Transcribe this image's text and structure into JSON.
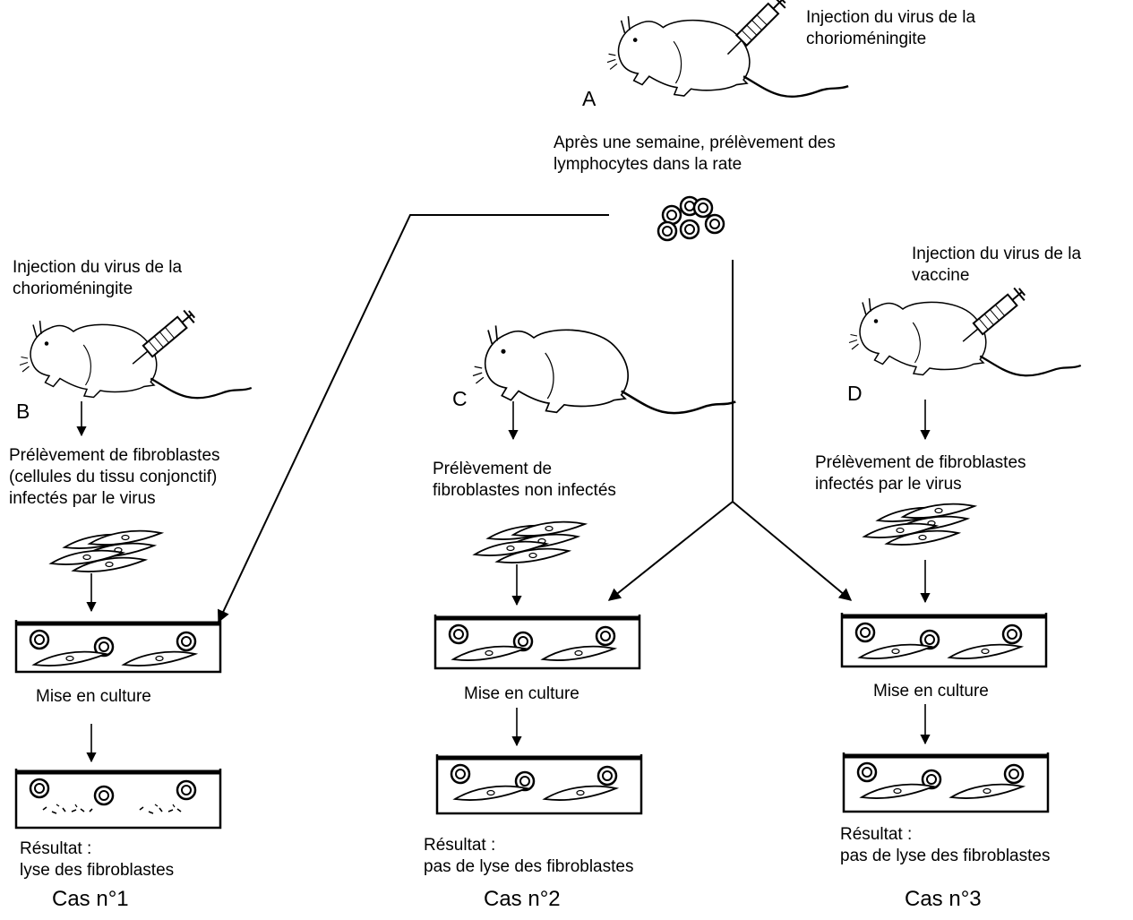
{
  "rat_a": {
    "letter": "A",
    "injection": [
      "Injection du virus de la",
      "chorioméningite"
    ],
    "after_week": [
      "Après une semaine, prélèvement des",
      "lymphocytes dans la rate"
    ]
  },
  "cases": [
    {
      "letter": "B",
      "injection": [
        "Injection du virus de la",
        "chorioméningite"
      ],
      "sampling": [
        "Prélèvement de fibroblastes",
        "(cellules du tissu conjonctif)",
        "infectés par le virus"
      ],
      "culture_label": "Mise en culture",
      "result": [
        "Résultat :",
        "lyse des fibroblastes"
      ],
      "case_label": "Cas n°1"
    },
    {
      "letter": "C",
      "sampling": [
        "Prélèvement de",
        "fibroblastes non infectés"
      ],
      "culture_label": "Mise en culture",
      "result": [
        "Résultat :",
        "pas de lyse des fibroblastes"
      ],
      "case_label": "Cas n°2"
    },
    {
      "letter": "D",
      "injection": [
        "Injection du virus de la",
        "vaccine"
      ],
      "sampling": [
        "Prélèvement de fibroblastes",
        "infectés par le virus"
      ],
      "culture_label": "Mise en culture",
      "result": [
        "Résultat :",
        "pas de lyse des fibroblastes"
      ],
      "case_label": "Cas n°3"
    }
  ]
}
